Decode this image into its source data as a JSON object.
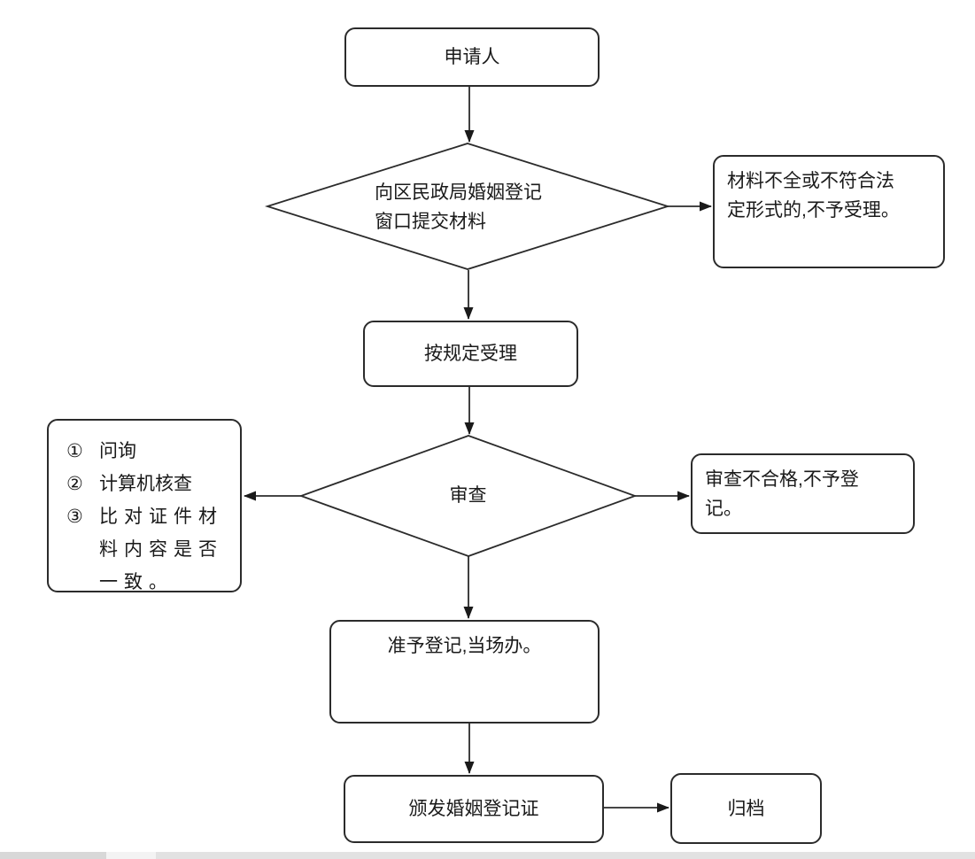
{
  "nodes": {
    "applicant": {
      "label": "申请人"
    },
    "submit": {
      "label": "向区民政局婚姻登记\n窗口提交材料"
    },
    "reject": {
      "label": "材料不全或不符合法\n定形式的,不予受理。"
    },
    "accept": {
      "label": "按规定受理"
    },
    "review": {
      "label": "审查"
    },
    "review_steps": {
      "items": [
        {
          "marker": "①",
          "text": "问询"
        },
        {
          "marker": "②",
          "text": "计算机核查"
        },
        {
          "marker": "③",
          "text": "比对证件材料内容是否一致。"
        }
      ]
    },
    "review_fail": {
      "label": "审查不合格,不予登\n记。"
    },
    "approve": {
      "label": "准予登记,当场办。"
    },
    "issue": {
      "label": "颁发婚姻登记证"
    },
    "archive": {
      "label": "归档"
    }
  },
  "colors": {
    "stroke": "#2b2b2b",
    "text": "#1a1a1a",
    "background": "#ffffff",
    "scrollbar_track": "#e2e2e2",
    "scrollbar_left_segment": "#d8d8d8",
    "scrollbar_gap_segment": "#f3f3f3"
  }
}
